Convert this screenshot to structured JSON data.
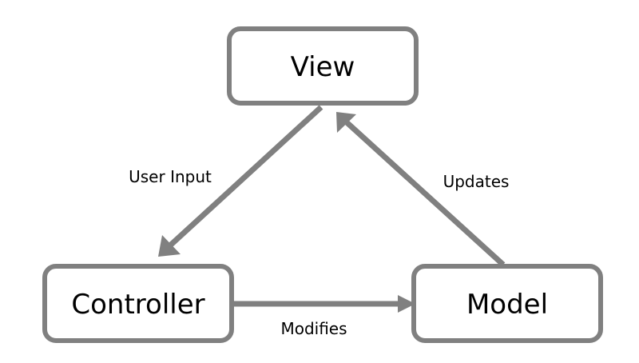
{
  "nodes": {
    "view": "View",
    "controller": "Controller",
    "model": "Model"
  },
  "edges": {
    "user_input": "User Input",
    "updates": "Updates",
    "modifies": "Modifies"
  },
  "colors": {
    "stroke": "#808080",
    "text": "#000000",
    "background": "#ffffff"
  }
}
